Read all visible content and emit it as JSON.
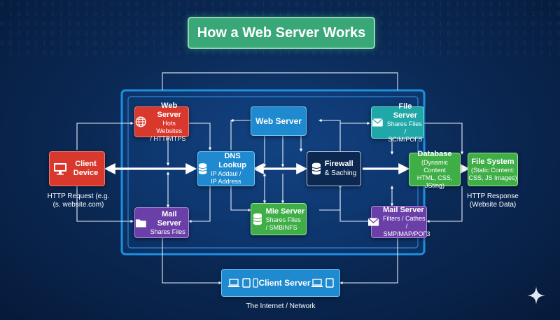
{
  "title": "How a Web Server Works",
  "nodes": {
    "client_device": {
      "title": "Client Device",
      "lines": []
    },
    "web_server_top": {
      "title": "Web Server",
      "lines": [
        "Hots Websites",
        "/ HTTP/ITPS"
      ]
    },
    "web_server_center": {
      "title": "Web Server",
      "lines": []
    },
    "file_server": {
      "title": "File Server",
      "lines": [
        "Shares Files",
        "/ SCIM/POΓS"
      ]
    },
    "dns_lookup": {
      "title": "DNS Lookup",
      "lines": [
        "IP Addaul /",
        "IP Address"
      ]
    },
    "firewall": {
      "title": "Firewall",
      "lines": [
        "& Saching"
      ]
    },
    "database": {
      "title": "Database",
      "lines": [
        "(Dynamic Content",
        "HTML, CSS, JSting)"
      ]
    },
    "file_system": {
      "title": "File System",
      "lines": [
        "(Static Content:",
        "CSS, JS Images)"
      ]
    },
    "mail_server_left": {
      "title": "Mail Server",
      "lines": [
        "Shares Files"
      ]
    },
    "mie_server": {
      "title": "Mie Server",
      "lines": [
        "Shares Files",
        "/ SMBINFS"
      ]
    },
    "mail_server_right": {
      "title": "Mail Server",
      "lines": [
        "Filters / Cathes",
        "/ SMP/MAP/POΓ3"
      ]
    },
    "client_server": {
      "title": "Client Server",
      "lines": []
    }
  },
  "labels": {
    "http_request": [
      "HTTP Request (e.g.",
      "(s. website.com)"
    ],
    "http_response": [
      "HTTP Response",
      "(Website Data)"
    ],
    "internet": "The Internet / Network"
  },
  "icons": [
    "monitor-icon",
    "globe-icon",
    "database-icon",
    "envelope-icon",
    "folder-icon",
    "laptop-icon",
    "tablet-icon",
    "phone-icon",
    "sparkle-icon"
  ],
  "colors": {
    "background": "#0b2a57",
    "title_green": "#3aa779",
    "red": "#d9392c",
    "blue": "#1f8ad0",
    "teal": "#1fa8a7",
    "green": "#3fae46",
    "purple": "#6b3fa8",
    "frame": "#1e8fe0"
  }
}
